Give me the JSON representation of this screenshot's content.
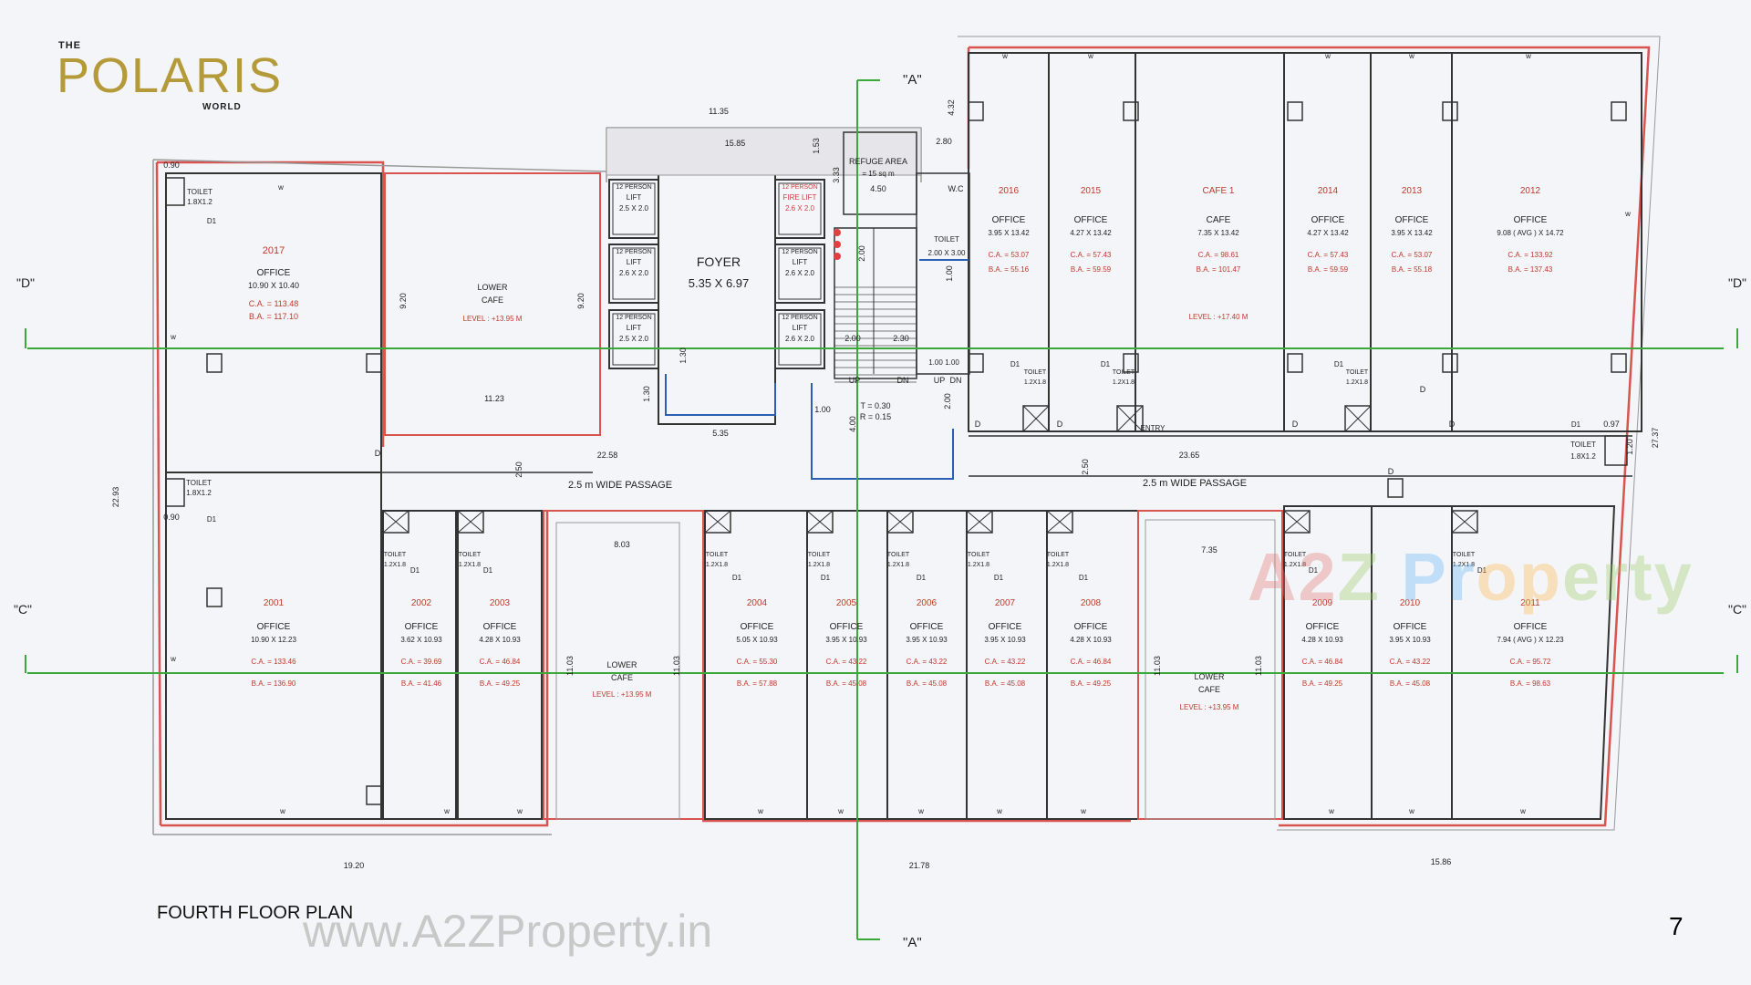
{
  "logo": {
    "the": "THE",
    "main": "POLARIS",
    "world": "WORLD"
  },
  "plan_title": "FOURTH FLOOR PLAN",
  "watermark_url": "www.A2ZProperty.in",
  "watermark_brand": "A2Z Property",
  "page_number": "7",
  "colors": {
    "wall_red": "#d9534f",
    "wall_dark": "#333333",
    "grid_green": "#3aa83a",
    "blue_line": "#2b5fb3",
    "logo_gold": "#b59a3a"
  },
  "sections": {
    "a_top": "\"A\"",
    "a_bottom": "\"A\"",
    "d_left": "\"D\"",
    "d_right": "\"D\"",
    "c_left": "\"C\"",
    "c_right": "\"C\""
  },
  "passages": {
    "left": "2.5 m WIDE PASSAGE",
    "right": "2.5 m WIDE PASSAGE"
  },
  "core": {
    "foyer": {
      "name": "FOYER",
      "size": "5.35 X 6.97"
    },
    "refuge": {
      "name": "REFUGE AREA",
      "area": "= 15 sq m",
      "dim": "4.50"
    },
    "lifts_left": [
      {
        "l1": "12 PERSON",
        "l2": "LIFT",
        "l3": "2.5 X 2.0"
      },
      {
        "l1": "12 PERSON",
        "l2": "LIFT",
        "l3": "2.6 X 2.0"
      },
      {
        "l1": "12 PERSON",
        "l2": "LIFT",
        "l3": "2.5 X 2.0"
      }
    ],
    "lifts_right": [
      {
        "l1": "12 PERSON",
        "l2": "FIRE LIFT",
        "l3": "2.6 X 2.0"
      },
      {
        "l1": "12 PERSON",
        "l2": "LIFT",
        "l3": "2.6 X 2.0"
      },
      {
        "l1": "12 PERSON",
        "l2": "LIFT",
        "l3": "2.6 X 2.0"
      }
    ],
    "stair": {
      "t": "T = 0.30",
      "r": "R = 0.15",
      "up1": "UP",
      "dn1": "DN",
      "up2": "UP",
      "dn2": "DN"
    },
    "wc": "W.C",
    "toilet": "TOILET",
    "toilet_dim": "2.00 X 3.00"
  },
  "units_top": [
    {
      "no": "2016",
      "type": "OFFICE",
      "size": "3.95 X 13.42",
      "ca": "C.A. = 53.07",
      "ba": "B.A. = 55.16"
    },
    {
      "no": "2015",
      "type": "OFFICE",
      "size": "4.27 X 13.42",
      "ca": "C.A. = 57.43",
      "ba": "B.A. = 59.59"
    },
    {
      "no": "CAFE 1",
      "type": "CAFE",
      "size": "7.35 X 13.42",
      "ca": "C.A. = 98.61",
      "ba": "B.A. = 101.47",
      "level": "LEVEL : +17.40 M"
    },
    {
      "no": "2014",
      "type": "OFFICE",
      "size": "4.27 X 13.42",
      "ca": "C.A. = 57.43",
      "ba": "B.A. = 59.59"
    },
    {
      "no": "2013",
      "type": "OFFICE",
      "size": "3.95 X 13.42",
      "ca": "C.A. = 53.07",
      "ba": "B.A. = 55.18"
    },
    {
      "no": "2012",
      "type": "OFFICE",
      "size": "9.08 ( AVG ) X 14.72",
      "ca": "C.A. = 133.92",
      "ba": "B.A. = 137.43"
    }
  ],
  "unit_2017": {
    "no": "2017",
    "type": "OFFICE",
    "size": "10.90 X 10.40",
    "ca": "C.A. = 113.48",
    "ba": "B.A. = 117.10"
  },
  "lower_cafe_top": {
    "l1": "LOWER",
    "l2": "CAFE",
    "level": "LEVEL : +13.95 M"
  },
  "units_bottom": [
    {
      "no": "2001",
      "type": "OFFICE",
      "size": "10.90 X 12.23",
      "ca": "C.A. = 133.46",
      "ba": "B.A. = 136.90"
    },
    {
      "no": "2002",
      "type": "OFFICE",
      "size": "3.62 X 10.93",
      "ca": "C.A. = 39.69",
      "ba": "B.A. = 41.46"
    },
    {
      "no": "2003",
      "type": "OFFICE",
      "size": "4.28 X 10.93",
      "ca": "C.A. = 46.84",
      "ba": "B.A. = 49.25"
    },
    {
      "no": "2004",
      "type": "OFFICE",
      "size": "5.05 X 10.93",
      "ca": "C.A. = 55.30",
      "ba": "B.A. = 57.88"
    },
    {
      "no": "2005",
      "type": "OFFICE",
      "size": "3.95 X 10.93",
      "ca": "C.A. = 43.22",
      "ba": "B.A. = 45.08"
    },
    {
      "no": "2006",
      "type": "OFFICE",
      "size": "3.95 X 10.93",
      "ca": "C.A. = 43.22",
      "ba": "B.A. = 45.08"
    },
    {
      "no": "2007",
      "type": "OFFICE",
      "size": "3.95 X 10.93",
      "ca": "C.A. = 43.22",
      "ba": "B.A. = 45.08"
    },
    {
      "no": "2008",
      "type": "OFFICE",
      "size": "4.28 X 10.93",
      "ca": "C.A. = 46.84",
      "ba": "B.A. = 49.25"
    },
    {
      "no": "2009",
      "type": "OFFICE",
      "size": "4.28 X 10.93",
      "ca": "C.A. = 46.84",
      "ba": "B.A. = 49.25"
    },
    {
      "no": "2010",
      "type": "OFFICE",
      "size": "3.95 X 10.93",
      "ca": "C.A. = 43.22",
      "ba": "B.A. = 45.08"
    },
    {
      "no": "2011",
      "type": "OFFICE",
      "size": "7.94 ( AVG ) X 12.23",
      "ca": "C.A. = 95.72",
      "ba": "B.A. = 98.63"
    }
  ],
  "lower_cafe_bottom_left": {
    "l1": "LOWER",
    "l2": "CAFE",
    "level": "LEVEL : +13.95 M",
    "width": "8.03",
    "h1": "11.03",
    "h2": "11.03"
  },
  "lower_cafe_bottom_right": {
    "l1": "LOWER",
    "l2": "CAFE",
    "level": "LEVEL : +13.95 M",
    "width": "7.35",
    "h1": "11.03",
    "h2": "11.03"
  },
  "toilets": {
    "label": "TOILET",
    "dim_small": "1.2X1.8",
    "dim_side": "1.8X1.2"
  },
  "dims": {
    "top_11_35": "11.35",
    "d_15_85": "15.85",
    "d_1_53": "1.53",
    "d_3_33": "3.33",
    "d_2_80": "2.80",
    "d_4_32": "4.32",
    "d_0_90": "0.90",
    "d_9_20a": "9.20",
    "d_9_20b": "9.20",
    "d_11_23": "11.23",
    "d_22_58": "22.58",
    "d_5_35": "5.35",
    "d_1_30a": "1.30",
    "d_1_30b": "1.30",
    "d_2_00a": "2.00",
    "d_2_00b": "2.00",
    "d_2_00c": "2.00",
    "d_2_30": "2.30",
    "d_1_00a": "1.00",
    "d_1_00b": "1.00",
    "d_1_00c": "1.00",
    "d_1_00d": "1.00",
    "d_4_00": "4.00",
    "d_2_50a": "2.50",
    "d_2_50b": "2.50",
    "d_23_65": "23.65",
    "d_22_93": "22.93",
    "d_27_37": "27.37",
    "d_0_97": "0.97",
    "d_1_20": "1.20",
    "d_0_90b": "0.90",
    "b_19_20": "19.20",
    "b_21_78": "21.78",
    "b_15_86": "15.86"
  },
  "labels": {
    "w": "w",
    "d": "D",
    "d1": "D1",
    "entry": "ENTRY"
  }
}
